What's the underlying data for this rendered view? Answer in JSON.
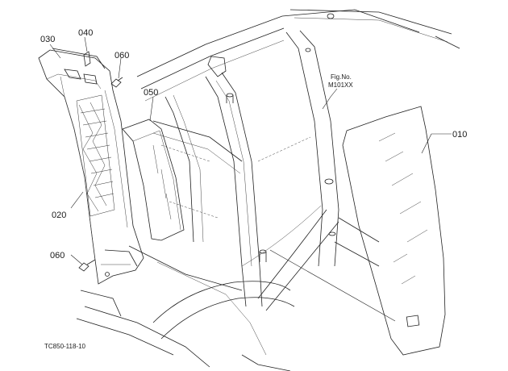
{
  "drawing_code": "TC850-118-10",
  "figure_reference": {
    "line1": "Fig.No.",
    "line2": "M101XX"
  },
  "part_labels": {
    "p010": "010",
    "p020": "020",
    "p030": "030",
    "p040": "040",
    "p050": "050",
    "p060_top": "060",
    "p060_bottom": "060"
  }
}
